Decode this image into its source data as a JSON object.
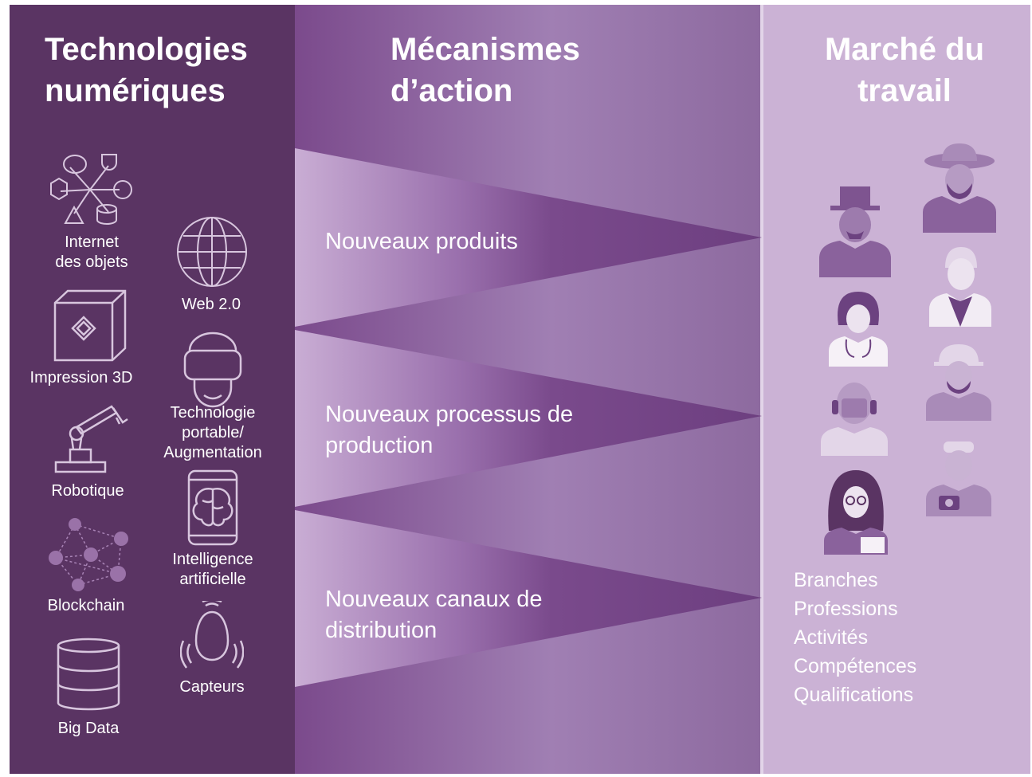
{
  "columns": {
    "technologies": {
      "title_line1": "Technologies",
      "title_line2": "numériques"
    },
    "mechanisms": {
      "title_line1": "Mécanismes",
      "title_line2": "d’action"
    },
    "market": {
      "title_line1": "Marché du",
      "title_line2": "travail"
    }
  },
  "technologies": [
    {
      "id": "iot",
      "icon": "iot-icon",
      "label_lines": [
        "Internet",
        "des objets"
      ]
    },
    {
      "id": "web",
      "icon": "globe-icon",
      "label_lines": [
        "Web 2.0"
      ]
    },
    {
      "id": "print3d",
      "icon": "cube-icon",
      "label_lines": [
        "Impression 3D"
      ]
    },
    {
      "id": "wearable",
      "icon": "vr-headset-icon",
      "label_lines": [
        "Technologie",
        "portable/",
        "Augmentation"
      ]
    },
    {
      "id": "robot",
      "icon": "robot-arm-icon",
      "label_lines": [
        "Robotique"
      ]
    },
    {
      "id": "ai",
      "icon": "brain-phone-icon",
      "label_lines": [
        "Intelligence",
        "artificielle"
      ]
    },
    {
      "id": "blockchain",
      "icon": "network-icon",
      "label_lines": [
        "Blockchain"
      ]
    },
    {
      "id": "sensors",
      "icon": "sensor-icon",
      "label_lines": [
        "Capteurs"
      ]
    },
    {
      "id": "bigdata",
      "icon": "database-icon",
      "label_lines": [
        "Big Data"
      ]
    }
  ],
  "mechanisms": [
    {
      "lines": [
        "Nouveaux  produits"
      ]
    },
    {
      "lines": [
        "Nouveaux  processus  de",
        "production"
      ]
    },
    {
      "lines": [
        "Nouveaux  canaux  de",
        "distribution"
      ]
    }
  ],
  "market_items": [
    "Branches",
    "Professions",
    "Activités",
    "Compétences",
    "Qualifications"
  ],
  "colors": {
    "left_panel": "#5a3463",
    "middle_panel": "#7a4d8c",
    "right_panel": "#cbb2d5",
    "triangle_light": "#c7acd2",
    "text": "#ffffff",
    "icon_stroke": "#d8c6de"
  }
}
